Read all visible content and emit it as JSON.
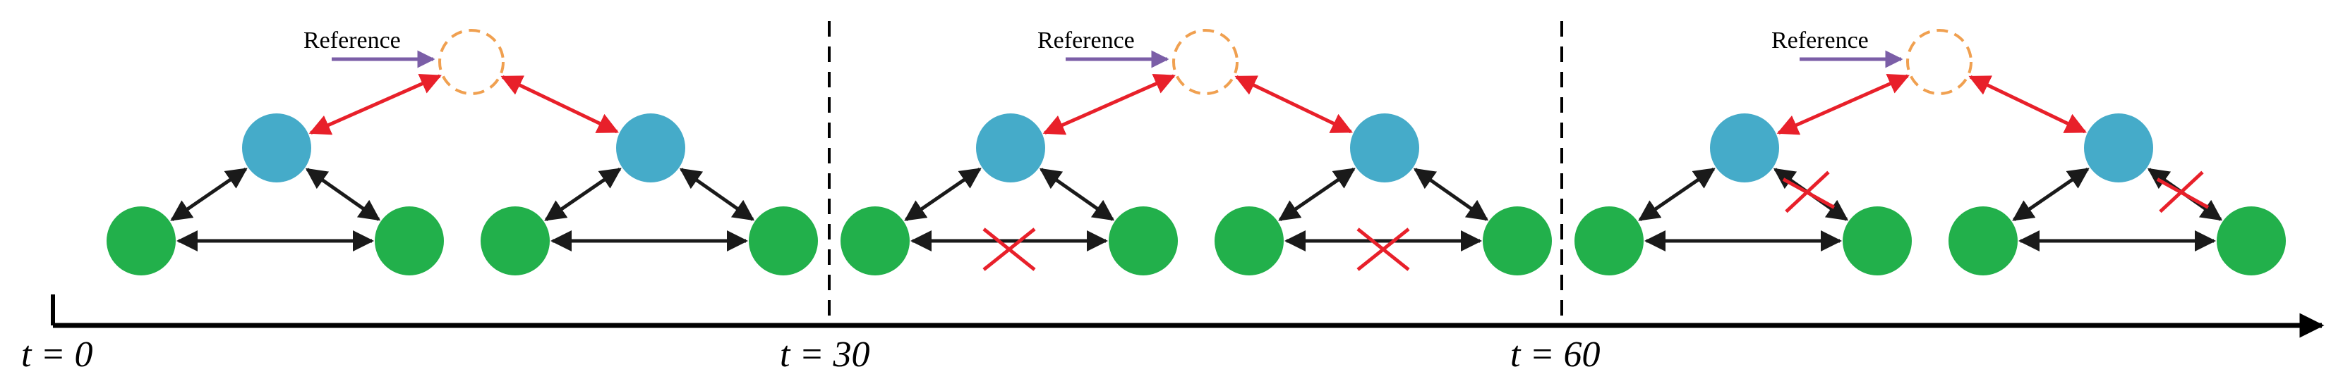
{
  "reference_label": "Reference",
  "time_labels": [
    "t = 0",
    "t = 30",
    "t = 60"
  ],
  "colors": {
    "leader": "#45abc9",
    "follower": "#22b04b",
    "reference": "#f0a050",
    "reference_arrow": "#7b5ea7",
    "leader_link": "#e8202a",
    "follower_link": "#1a1a1a",
    "cut_mark": "#e8202a"
  },
  "panels": [
    {
      "time": "t = 0",
      "broken_links": []
    },
    {
      "time": "t = 30",
      "broken_links": [
        "follower-follower-left",
        "follower-follower-right"
      ]
    },
    {
      "time": "t = 60",
      "broken_links": [
        "leader-follower-left",
        "leader-follower-right"
      ]
    }
  ]
}
